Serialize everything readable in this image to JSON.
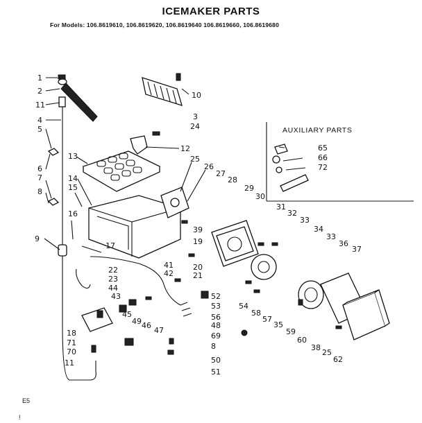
{
  "header": {
    "title": "ICEMAKER PARTS",
    "models": "For Models: 106.8619610, 106.8619620, 106.8619640  106.8619660, 106.8619680"
  },
  "auxiliary": {
    "title": "AUXILIARY PARTS"
  },
  "footer": {
    "code": "E5",
    "mark": "!"
  },
  "callouts": [
    "1",
    "2",
    "11",
    "4",
    "5",
    "6",
    "7",
    "8",
    "9",
    "13",
    "14",
    "15",
    "16",
    "17",
    "10",
    "3",
    "24",
    "12",
    "25",
    "26",
    "27",
    "28",
    "29",
    "30",
    "31",
    "32",
    "33",
    "34",
    "33",
    "36",
    "37",
    "39",
    "19",
    "20",
    "21",
    "22",
    "23",
    "44",
    "43",
    "45",
    "49",
    "46",
    "47",
    "41",
    "42",
    "52",
    "53",
    "56",
    "48",
    "69",
    "8",
    "50",
    "51",
    "54",
    "58",
    "57",
    "35",
    "59",
    "60",
    "38",
    "25",
    "62",
    "18",
    "71",
    "70",
    "11",
    "65",
    "66",
    "72"
  ]
}
